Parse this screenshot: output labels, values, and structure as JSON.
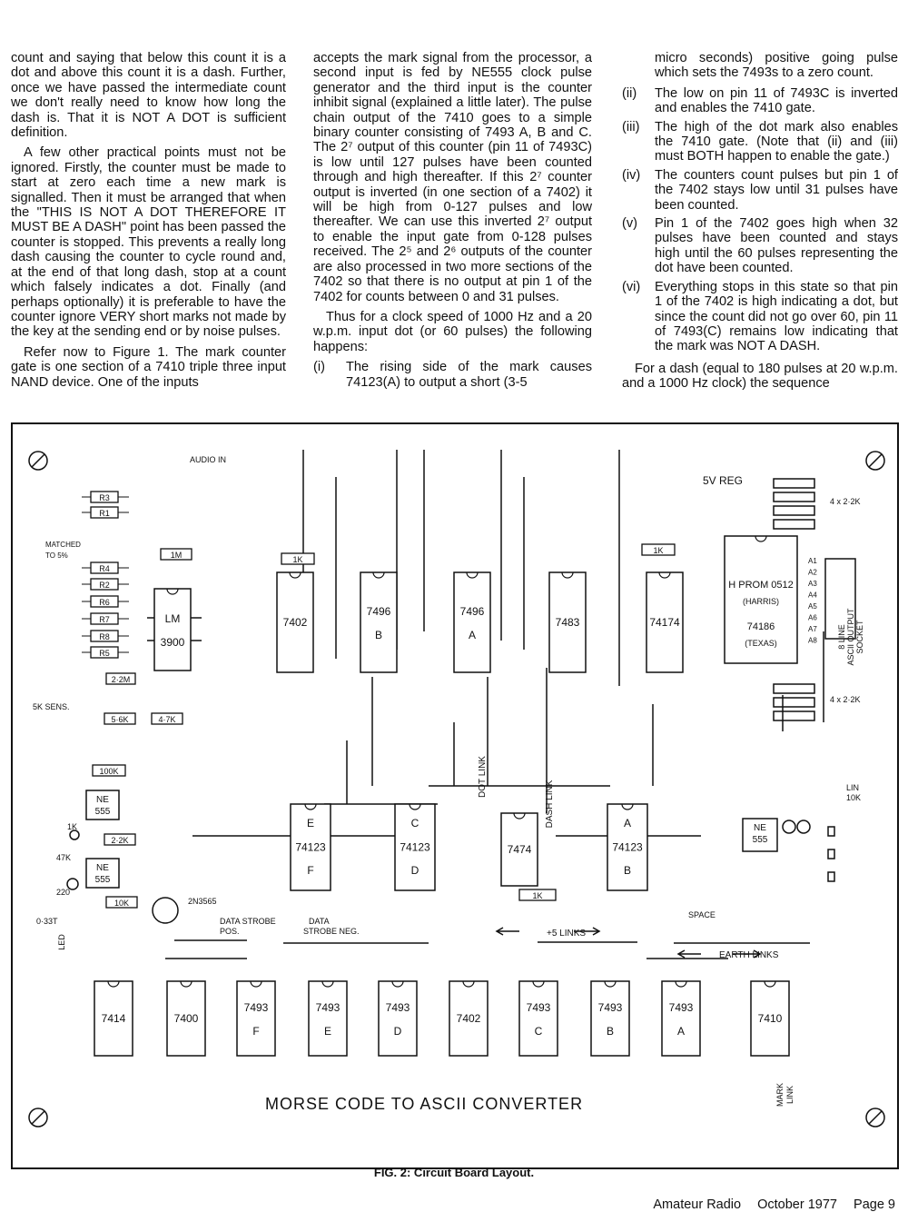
{
  "columns": {
    "col1": [
      "count and saying that below this count it is a dot and above this count it is a dash. Further, once we have passed the intermediate count we don't really need to know how long the dash is. That it is NOT A DOT is sufficient definition.",
      "A few other practical points must not be ignored. Firstly, the counter must be made to start at zero each time a new mark is signalled. Then it must be arranged that when the \"THIS IS NOT A DOT THEREFORE IT MUST BE A DASH\" point has been passed the counter is stopped. This prevents a really long dash causing the counter to cycle round and, at the end of that long dash, stop at a count which falsely indicates a dot. Finally (and perhaps optionally) it is preferable to have the counter ignore VERY short marks not made by the key at the sending end or by noise pulses.",
      "Refer now to Figure 1. The mark counter gate is one section of a 7410 triple three input NAND device. One of the inputs"
    ],
    "col2": [
      "accepts the mark signal from the processor, a second input is fed by NE555 clock pulse generator and the third input is the counter inhibit signal (explained a little later). The pulse chain output of the 7410 goes to a simple binary counter consisting of 7493 A, B and C. The 2⁷ output of this counter (pin 11 of 7493C) is low until 127 pulses have been counted through and high thereafter. If this 2⁷ counter output is inverted (in one section of a 7402) it will be high from 0-127 pulses and low thereafter. We can use this inverted 2⁷ output to enable the input gate from 0-128 pulses received. The 2⁵ and 2⁶ outputs of the counter are also processed in two more sections of the 7402 so that there is no output at pin 1 of the 7402 for counts between 0 and 31 pulses.",
      "Thus for a clock speed of 1000 Hz and a 20 w.p.m. input dot (or 60 pulses) the following happens:"
    ],
    "col2_list": [
      {
        "num": "(i)",
        "text": "The rising side of the mark causes 74123(A) to output a short (3-5"
      }
    ],
    "col3_top": "micro seconds) positive going pulse which sets the 7493s to a zero count.",
    "col3_list": [
      {
        "num": "(ii)",
        "text": "The low on pin 11 of 7493C is inverted and enables the 7410 gate."
      },
      {
        "num": "(iii)",
        "text": "The high of the dot mark also enables the 7410 gate. (Note that (ii) and (iii) must BOTH happen to enable the gate.)"
      },
      {
        "num": "(iv)",
        "text": "The counters count pulses but pin 1 of the 7402 stays low until 31 pulses have been counted."
      },
      {
        "num": "(v)",
        "text": "Pin 1 of the 7402 goes high when 32 pulses have been counted and stays high until the 60 pulses representing the dot have been counted."
      },
      {
        "num": "(vi)",
        "text": "Everything stops in this state so that pin 1 of the 7402 is high indicating a dot, but since the count did not go over 60, pin 11 of 7493(C) remains low indicating that the mark was NOT A DASH."
      }
    ],
    "col3_bottom": "For a dash (equal to 180 pulses at 20 w.p.m. and a 1000 Hz clock) the sequence"
  },
  "board": {
    "title": "MORSE CODE TO ASCII CONVERTER",
    "chips": [
      {
        "label": "7402",
        "sub": ""
      },
      {
        "label": "7496",
        "sub": "B"
      },
      {
        "label": "7496",
        "sub": "A"
      },
      {
        "label": "7483",
        "sub": ""
      },
      {
        "label": "74174",
        "sub": ""
      },
      {
        "label": "LM",
        "sub": "3900"
      },
      {
        "label": "E",
        "sub": "74123",
        "sub2": "F"
      },
      {
        "label": "C",
        "sub": "74123",
        "sub2": "D"
      },
      {
        "label": "7474",
        "sub": ""
      },
      {
        "label": "A",
        "sub": "74123",
        "sub2": "B"
      },
      {
        "label": "7414",
        "sub": ""
      },
      {
        "label": "7400",
        "sub": ""
      },
      {
        "label": "7493",
        "sub": "F"
      },
      {
        "label": "7493",
        "sub": "E"
      },
      {
        "label": "7493",
        "sub": "D"
      },
      {
        "label": "7402",
        "sub": ""
      },
      {
        "label": "7493",
        "sub": "C"
      },
      {
        "label": "7493",
        "sub": "B"
      },
      {
        "label": "7493",
        "sub": "A"
      },
      {
        "label": "7410",
        "sub": ""
      }
    ],
    "prom": {
      "l1": "H PROM 0512",
      "l2": "(HARRIS)",
      "l3": "74186",
      "l4": "(TEXAS)"
    },
    "ne555": [
      "NE",
      "555"
    ],
    "resistors_left": [
      "R3",
      "R1",
      "R4",
      "R2",
      "R6",
      "R7",
      "R8",
      "R5"
    ],
    "labels": {
      "audio_in": "AUDIO IN",
      "reg": "5V REG",
      "matched": "MATCHED",
      "matched2": "TO 5%",
      "sens": "5K SENS.",
      "socket1": "8 LINE",
      "socket2": "ASCII OUTPUT",
      "socket3": "SOCKET",
      "r4x": "4 x 2·2K",
      "r4x2": "4 x 2·2K",
      "lin": "LIN",
      "lin10k": "10K",
      "dot_link": "DOT LINK",
      "dash_link": "DASH LINK",
      "plus5": "+5 LINKS",
      "earth": "EARTH LINKS",
      "space": "SPACE",
      "mark1": "MARK",
      "mark2": "LINK",
      "ds_pos1": "DATA STROBE",
      "ds_pos2": "POS.",
      "ds_neg1": "DATA",
      "ds_neg2": "STROBE NEG.",
      "transistor": "2N3565",
      "led": "LED",
      "c033t": "0·33T",
      "k1": "1K",
      "k47": "47K",
      "v220": "220"
    },
    "address_pins": [
      "A1",
      "A2",
      "A3",
      "A4",
      "A5",
      "A6",
      "A7",
      "A8"
    ]
  },
  "caption": "FIG. 2: Circuit Board Layout.",
  "footer": {
    "magazine": "Amateur Radio",
    "date": "October 1977",
    "page": "Page 9"
  }
}
